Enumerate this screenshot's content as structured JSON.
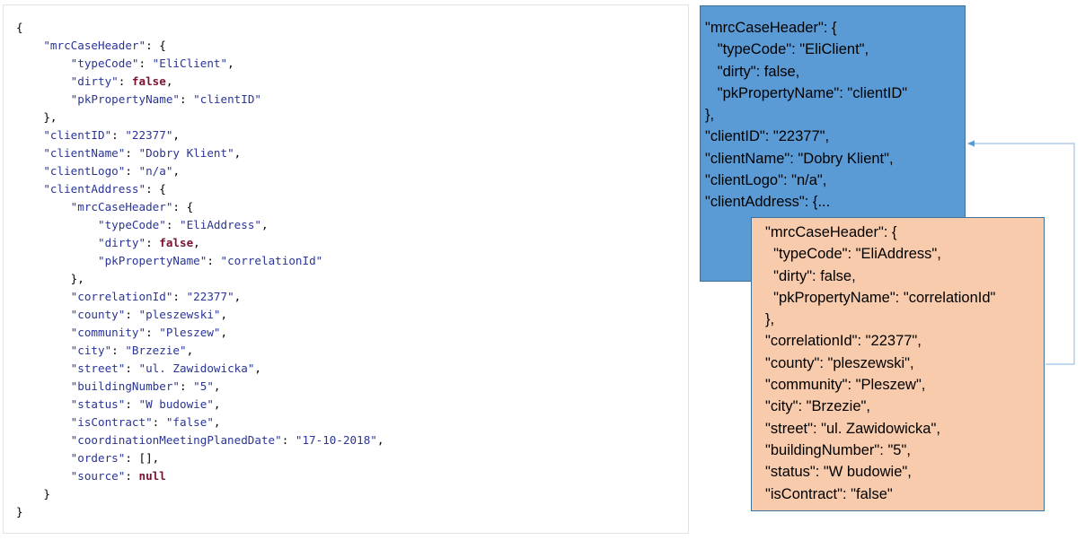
{
  "code_lines": [
    [
      {
        "t": "p",
        "v": "{"
      }
    ],
    [
      {
        "t": "p",
        "v": "    "
      },
      {
        "t": "key",
        "v": "\"mrcCaseHeader\""
      },
      {
        "t": "p",
        "v": ": {"
      }
    ],
    [
      {
        "t": "p",
        "v": "        "
      },
      {
        "t": "key",
        "v": "\"typeCode\""
      },
      {
        "t": "p",
        "v": ": "
      },
      {
        "t": "str",
        "v": "\"EliClient\""
      },
      {
        "t": "p",
        "v": ","
      }
    ],
    [
      {
        "t": "p",
        "v": "        "
      },
      {
        "t": "key",
        "v": "\"dirty\""
      },
      {
        "t": "p",
        "v": ": "
      },
      {
        "t": "lit",
        "v": "false"
      },
      {
        "t": "p",
        "v": ","
      }
    ],
    [
      {
        "t": "p",
        "v": "        "
      },
      {
        "t": "key",
        "v": "\"pkPropertyName\""
      },
      {
        "t": "p",
        "v": ": "
      },
      {
        "t": "str",
        "v": "\"clientID\""
      }
    ],
    [
      {
        "t": "p",
        "v": "    },"
      }
    ],
    [
      {
        "t": "p",
        "v": "    "
      },
      {
        "t": "key",
        "v": "\"clientID\""
      },
      {
        "t": "p",
        "v": ": "
      },
      {
        "t": "str",
        "v": "\"22377\""
      },
      {
        "t": "p",
        "v": ","
      }
    ],
    [
      {
        "t": "p",
        "v": "    "
      },
      {
        "t": "key",
        "v": "\"clientName\""
      },
      {
        "t": "p",
        "v": ": "
      },
      {
        "t": "str",
        "v": "\"Dobry Klient\""
      },
      {
        "t": "p",
        "v": ","
      }
    ],
    [
      {
        "t": "p",
        "v": "    "
      },
      {
        "t": "key",
        "v": "\"clientLogo\""
      },
      {
        "t": "p",
        "v": ": "
      },
      {
        "t": "str",
        "v": "\"n/a\""
      },
      {
        "t": "p",
        "v": ","
      }
    ],
    [
      {
        "t": "p",
        "v": "    "
      },
      {
        "t": "key",
        "v": "\"clientAddress\""
      },
      {
        "t": "p",
        "v": ": {"
      }
    ],
    [
      {
        "t": "p",
        "v": "        "
      },
      {
        "t": "key",
        "v": "\"mrcCaseHeader\""
      },
      {
        "t": "p",
        "v": ": {"
      }
    ],
    [
      {
        "t": "p",
        "v": "            "
      },
      {
        "t": "key",
        "v": "\"typeCode\""
      },
      {
        "t": "p",
        "v": ": "
      },
      {
        "t": "str",
        "v": "\"EliAddress\""
      },
      {
        "t": "p",
        "v": ","
      }
    ],
    [
      {
        "t": "p",
        "v": "            "
      },
      {
        "t": "key",
        "v": "\"dirty\""
      },
      {
        "t": "p",
        "v": ": "
      },
      {
        "t": "lit",
        "v": "false"
      },
      {
        "t": "p",
        "v": ","
      }
    ],
    [
      {
        "t": "p",
        "v": "            "
      },
      {
        "t": "key",
        "v": "\"pkPropertyName\""
      },
      {
        "t": "p",
        "v": ": "
      },
      {
        "t": "str",
        "v": "\"correlationId\""
      }
    ],
    [
      {
        "t": "p",
        "v": "        },"
      }
    ],
    [
      {
        "t": "p",
        "v": "        "
      },
      {
        "t": "key",
        "v": "\"correlationId\""
      },
      {
        "t": "p",
        "v": ": "
      },
      {
        "t": "str",
        "v": "\"22377\""
      },
      {
        "t": "p",
        "v": ","
      }
    ],
    [
      {
        "t": "p",
        "v": "        "
      },
      {
        "t": "key",
        "v": "\"county\""
      },
      {
        "t": "p",
        "v": ": "
      },
      {
        "t": "str",
        "v": "\"pleszewski\""
      },
      {
        "t": "p",
        "v": ","
      }
    ],
    [
      {
        "t": "p",
        "v": "        "
      },
      {
        "t": "key",
        "v": "\"community\""
      },
      {
        "t": "p",
        "v": ": "
      },
      {
        "t": "str",
        "v": "\"Pleszew\""
      },
      {
        "t": "p",
        "v": ","
      }
    ],
    [
      {
        "t": "p",
        "v": "        "
      },
      {
        "t": "key",
        "v": "\"city\""
      },
      {
        "t": "p",
        "v": ": "
      },
      {
        "t": "str",
        "v": "\"Brzezie\""
      },
      {
        "t": "p",
        "v": ","
      }
    ],
    [
      {
        "t": "p",
        "v": "        "
      },
      {
        "t": "key",
        "v": "\"street\""
      },
      {
        "t": "p",
        "v": ": "
      },
      {
        "t": "str",
        "v": "\"ul. Zawidowicka\""
      },
      {
        "t": "p",
        "v": ","
      }
    ],
    [
      {
        "t": "p",
        "v": "        "
      },
      {
        "t": "key",
        "v": "\"buildingNumber\""
      },
      {
        "t": "p",
        "v": ": "
      },
      {
        "t": "str",
        "v": "\"5\""
      },
      {
        "t": "p",
        "v": ","
      }
    ],
    [
      {
        "t": "p",
        "v": "        "
      },
      {
        "t": "key",
        "v": "\"status\""
      },
      {
        "t": "p",
        "v": ": "
      },
      {
        "t": "str",
        "v": "\"W budowie\""
      },
      {
        "t": "p",
        "v": ","
      }
    ],
    [
      {
        "t": "p",
        "v": "        "
      },
      {
        "t": "key",
        "v": "\"isContract\""
      },
      {
        "t": "p",
        "v": ": "
      },
      {
        "t": "str",
        "v": "\"false\""
      },
      {
        "t": "p",
        "v": ","
      }
    ],
    [
      {
        "t": "p",
        "v": "        "
      },
      {
        "t": "key",
        "v": "\"coordinationMeetingPlanedDate\""
      },
      {
        "t": "p",
        "v": ": "
      },
      {
        "t": "str",
        "v": "\"17-10-2018\""
      },
      {
        "t": "p",
        "v": ","
      }
    ],
    [
      {
        "t": "p",
        "v": "        "
      },
      {
        "t": "key",
        "v": "\"orders\""
      },
      {
        "t": "p",
        "v": ": [],"
      }
    ],
    [
      {
        "t": "p",
        "v": "        "
      },
      {
        "t": "key",
        "v": "\"source\""
      },
      {
        "t": "p",
        "v": ": "
      },
      {
        "t": "lit",
        "v": "null"
      }
    ],
    [
      {
        "t": "p",
        "v": "    }"
      }
    ],
    [
      {
        "t": "p",
        "v": "}"
      }
    ]
  ],
  "client_box": {
    "lines": [
      "\"mrcCaseHeader\": {",
      "   \"typeCode\": \"EliClient\",",
      "   \"dirty\": false,",
      "   \"pkPropertyName\": \"clientID\"",
      "},",
      "\"clientID\": \"22377\",",
      "\"clientName\": \"Dobry Klient\",",
      "\"clientLogo\": \"n/a\",",
      "\"clientAddress\": {..."
    ],
    "color": "#5b9bd5"
  },
  "address_box": {
    "lines": [
      "\"mrcCaseHeader\": {",
      "  \"typeCode\": \"EliAddress\",",
      "  \"dirty\": false,",
      "  \"pkPropertyName\": \"correlationId\"",
      "},",
      "\"correlationId\": \"22377\",",
      "\"county\": \"pleszewski\",",
      "\"community\": \"Pleszew\",",
      "\"city\": \"Brzezie\",",
      "\"street\": \"ul. Zawidowicka\",",
      "\"buildingNumber\": \"5\",",
      "\"status\": \"W budowie\",",
      "\"isContract\": \"false\""
    ],
    "color": "#f8cbad"
  },
  "colors": {
    "json_key": "#2a3596",
    "json_string": "#2a3596",
    "json_literal": "#7a1330",
    "connector": "#9dc3e6",
    "box_border": "#41719c"
  }
}
